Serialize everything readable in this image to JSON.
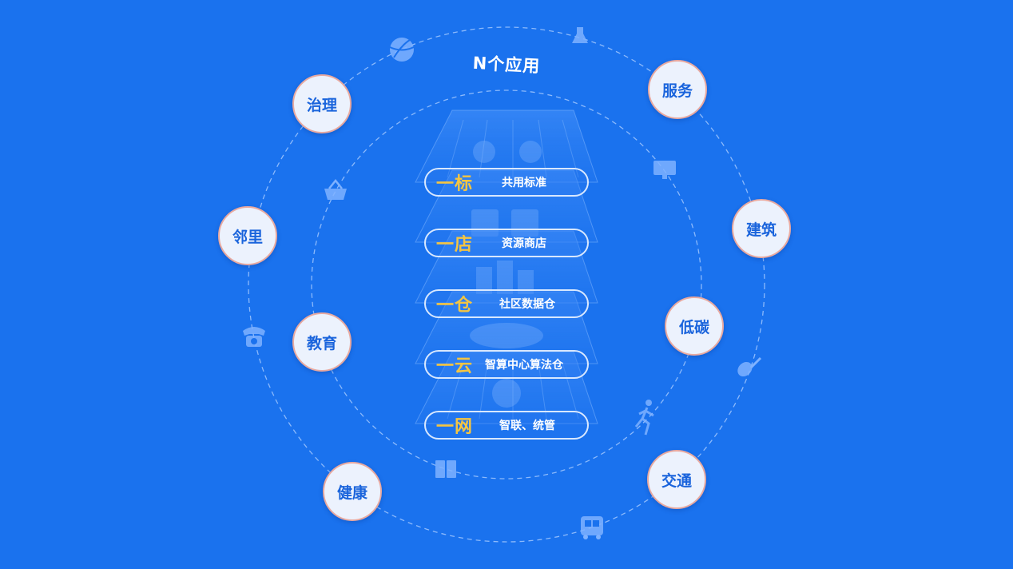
{
  "diagram": {
    "title": "N个应用",
    "nodes": [
      {
        "id": "governance",
        "label": "治理"
      },
      {
        "id": "service",
        "label": "服务"
      },
      {
        "id": "neighborhood",
        "label": "邻里"
      },
      {
        "id": "construction",
        "label": "建筑"
      },
      {
        "id": "education",
        "label": "教育"
      },
      {
        "id": "low-carbon",
        "label": "低碳"
      },
      {
        "id": "health",
        "label": "健康"
      },
      {
        "id": "traffic",
        "label": "交通"
      }
    ],
    "layers": [
      {
        "id": "standard",
        "key": "一标",
        "desc": "共用标准"
      },
      {
        "id": "store",
        "key": "一店",
        "desc": "资源商店"
      },
      {
        "id": "warehouse",
        "key": "一仓",
        "desc": "社区数据仓"
      },
      {
        "id": "cloud",
        "key": "一云",
        "desc": "智算中心算法仓"
      },
      {
        "id": "network",
        "key": "一网",
        "desc": "智联、统管"
      }
    ],
    "icons": [
      "tennis-ball-icon",
      "flask-icon",
      "shopping-basket-icon",
      "monitor-icon",
      "telephone-icon",
      "guitar-icon",
      "runner-icon",
      "book-icon",
      "bus-icon"
    ],
    "colors": {
      "background": "#1a72ee",
      "node_text": "#1a64dc",
      "node_fill": "#ecf2fd",
      "node_border": "#e8a9a0",
      "layer_key": "#f4c542"
    }
  }
}
